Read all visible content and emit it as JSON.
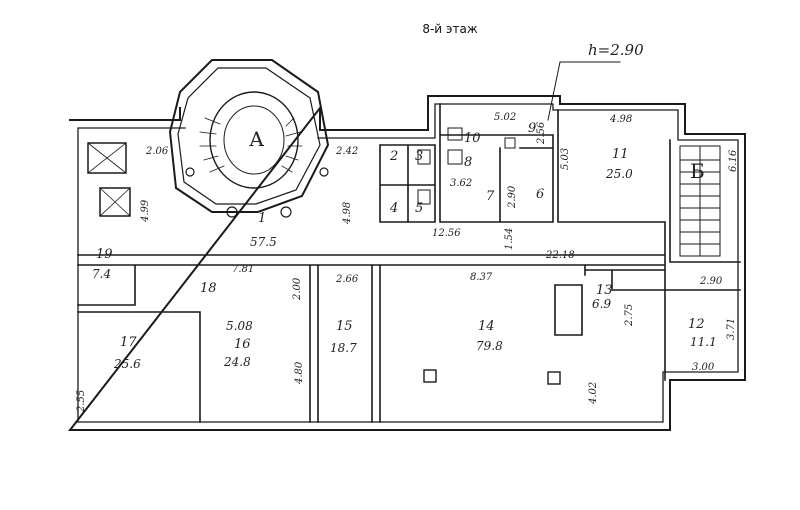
{
  "title": "8-й этаж",
  "ceiling_height": "h=2.90",
  "stair_a": "А",
  "stair_b": "Б",
  "rooms": {
    "r1": {
      "number": "1",
      "area": "57.5"
    },
    "r2": {
      "number": "2"
    },
    "r3": {
      "number": "3"
    },
    "r4": {
      "number": "4"
    },
    "r5": {
      "number": "5"
    },
    "r6": {
      "number": "6"
    },
    "r7": {
      "number": "7"
    },
    "r8": {
      "number": "8"
    },
    "r9": {
      "number": "9"
    },
    "r10": {
      "number": "10"
    },
    "r11": {
      "number": "11",
      "area": "25.0"
    },
    "r12": {
      "number": "12",
      "area": "11.1"
    },
    "r13": {
      "number": "13",
      "area": "6.9"
    },
    "r14": {
      "number": "14",
      "area": "79.8"
    },
    "r15": {
      "number": "15",
      "area": "18.7"
    },
    "r16": {
      "number": "16",
      "area": "24.8",
      "extra": "5.08"
    },
    "r17": {
      "number": "17",
      "area": "25.6"
    },
    "r18": {
      "number": "18"
    },
    "r19": {
      "number": "19",
      "area": "7.4"
    }
  },
  "dims": {
    "d206": "2.06",
    "d242": "2.42",
    "d502": "5.02",
    "d498": "4.98",
    "d256": "2.56",
    "d503": "5.03",
    "d362": "3.62",
    "d290a": "2.90",
    "d1256": "12.56",
    "d154": "1.54",
    "d2218": "22.18",
    "d499": "4.99",
    "d498b": "4.98",
    "d781": "7.81",
    "d200": "2.00",
    "d266": "2.66",
    "d837": "8.37",
    "d290b": "2.90",
    "d275": "2.75",
    "d371": "3.71",
    "d300": "3.00",
    "d480": "4.80",
    "d402": "4.02",
    "d255": "2.55",
    "d616": "6.16"
  }
}
